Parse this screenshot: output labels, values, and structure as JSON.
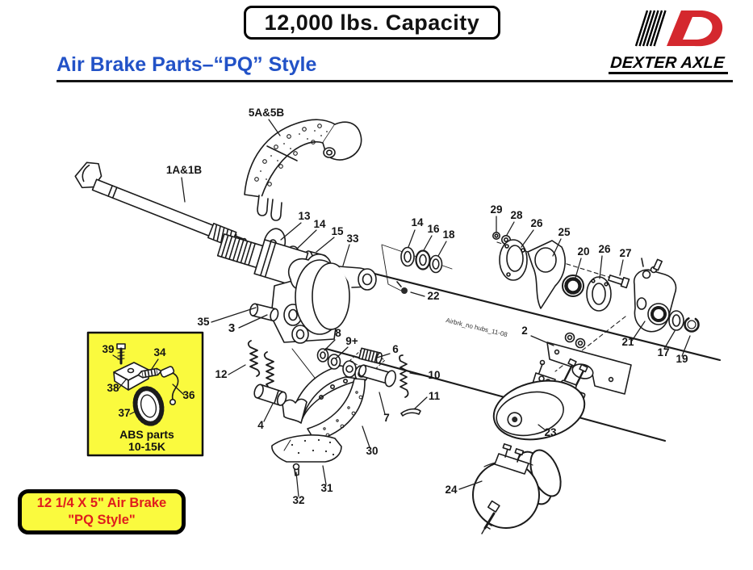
{
  "header": {
    "capacity_badge": "12,000 lbs. Capacity",
    "title": "Air Brake Parts–“PQ” Style",
    "brand": "DEXTER AXLE"
  },
  "diagram": {
    "watermark": "Airbrk_no hubs_11-08",
    "abs_box": {
      "line1": "ABS parts",
      "line2": "10-15K"
    }
  },
  "callout": {
    "line1": "12 1/4 X 5\" Air Brake",
    "line2": "\"PQ Style\""
  },
  "labels": {
    "shoe_ab": "5A&5B",
    "cam_ab": "1A&1B",
    "n2": "2",
    "n3": "3",
    "n4": "4",
    "n6": "6",
    "n7": "7",
    "n8": "8",
    "n9": "9+",
    "n10": "10",
    "n11": "11",
    "n12": "12",
    "n13": "13",
    "n14a": "14",
    "n14b": "14",
    "n15": "15",
    "n16": "16",
    "n17": "17",
    "n18": "18",
    "n19": "19",
    "n20": "20",
    "n21": "21",
    "n22": "22",
    "n23": "23",
    "n24": "24",
    "n25": "25",
    "n26a": "26",
    "n26b": "26",
    "n27": "27",
    "n28": "28",
    "n29": "29",
    "n30": "30",
    "n31": "31",
    "n32": "32",
    "n33": "33",
    "n34": "34",
    "n35": "35",
    "n36": "36",
    "n37": "37",
    "n38": "38",
    "n39": "39"
  },
  "colors": {
    "title_blue": "#2252C7",
    "logo_red": "#D4282E",
    "highlight_yellow": "#FAFA3E",
    "callout_red": "#DF1D1D",
    "ink": "#1B1B1B"
  }
}
